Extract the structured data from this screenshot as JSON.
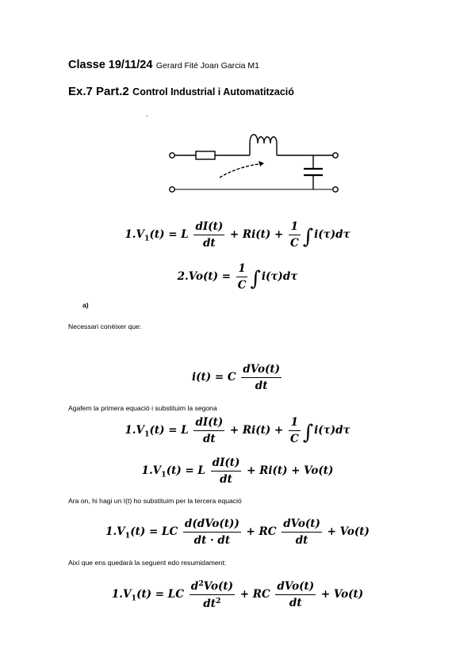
{
  "header": {
    "class_date": "Classe 19/11/24",
    "authors": "Gerard Fité Joan Garcia M1"
  },
  "title": {
    "exercise": "Ex.7 Part.2",
    "subject": "Control Industrial i Automatització"
  },
  "dot": ".",
  "notes": {
    "part_a": "a)",
    "need_to_know": "Necessari conèixer que:",
    "substitute_second": "Agafem la primera equació i substituim la segona",
    "substitute_third": "Ara on, hi hagi un I(t) ho substituim per la tercera equació",
    "final_summary": "Així que ens quedarà la seguent edo resumidament:"
  },
  "equations": {
    "eq1_main": {
      "lhs": "1.V",
      "sub": "1",
      "lhs_arg": "(t) = L",
      "frac1_num": "dI(t)",
      "frac1_den": "dt",
      "mid": "+ Ri(t) +",
      "frac2_num": "1",
      "frac2_den": "C",
      "tail": "i(τ)dτ"
    },
    "eq2_main": {
      "lhs": "2.Vo(t) =",
      "frac_num": "1",
      "frac_den": "C",
      "tail": "i(τ)dτ"
    },
    "eq3_current": {
      "lhs": "i(t) = C",
      "frac_num": "dVo(t)",
      "frac_den": "dt"
    },
    "eq4_repeat": {
      "lhs": "1.V",
      "sub": "1",
      "lhs_arg": "(t) = L",
      "frac1_num": "dI(t)",
      "frac1_den": "dt",
      "mid": "+ Ri(t) +",
      "frac2_num": "1",
      "frac2_den": "C",
      "tail": "i(τ)dτ"
    },
    "eq5_subst": {
      "lhs": "1.V",
      "sub": "1",
      "lhs_arg": "(t) = L",
      "frac_num": "dI(t)",
      "frac_den": "dt",
      "tail": "+ Ri(t) + Vo(t)"
    },
    "eq6_subst": {
      "lhs": "1.V",
      "sub": "1",
      "lhs_arg": "(t) = LC",
      "frac1_num": "d(dVo(t))",
      "frac1_den": "dt · dt",
      "mid": "+ RC",
      "frac2_num": "dVo(t)",
      "frac2_den": "dt",
      "tail": "+ Vo(t)"
    },
    "eq7_final": {
      "lhs": "1.V",
      "sub": "1",
      "lhs_arg": "(t) = LC",
      "frac1_num_a": "d",
      "frac1_num_sup": "2",
      "frac1_num_b": "Vo(t)",
      "frac1_den_a": "dt",
      "frac1_den_sup": "2",
      "mid": "+ RC",
      "frac2_num": "dVo(t)",
      "frac2_den": "dt",
      "tail": "+ Vo(t)"
    }
  }
}
